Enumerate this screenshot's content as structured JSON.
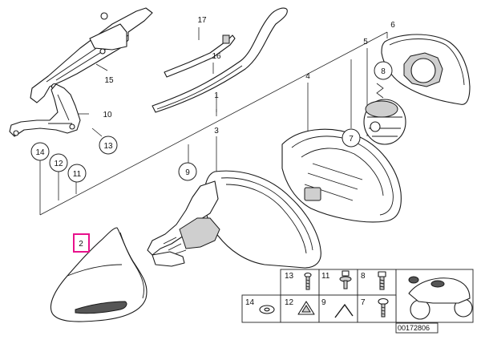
{
  "callouts": {
    "c1": "1",
    "c2": "2",
    "c3": "3",
    "c4": "4",
    "c5": "5",
    "c6": "6",
    "c7": "7",
    "c8": "8",
    "c9": "9",
    "c10": "10",
    "c11": "11",
    "c12": "12",
    "c13": "13",
    "c14": "14",
    "c15": "15",
    "c16": "16",
    "c17": "17"
  },
  "legend": {
    "l13": "13",
    "l11": "11",
    "l8": "8",
    "l14": "14",
    "l12": "12",
    "l9": "9",
    "l7": "7"
  },
  "diagram_code": "00172806",
  "highlight_color": "#e8128c"
}
